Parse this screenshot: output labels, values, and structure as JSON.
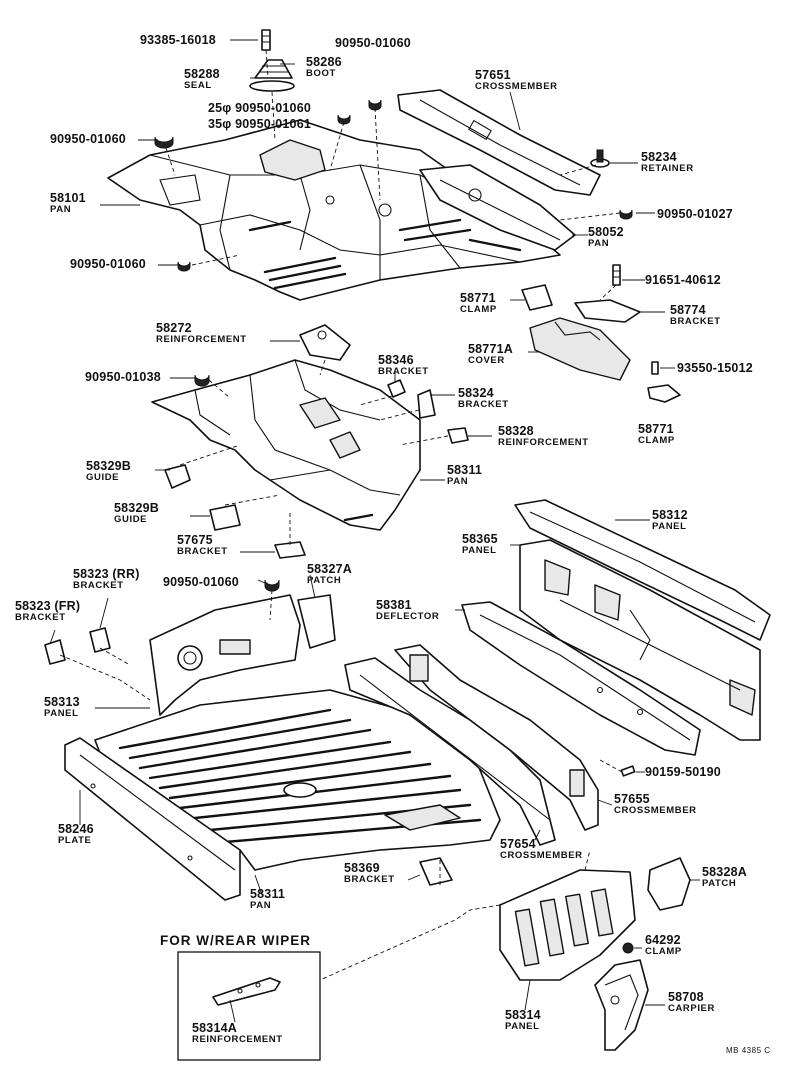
{
  "labels": [
    {
      "id": "93385-16018",
      "name": ""
    },
    {
      "id": "58286",
      "name": "BOOT"
    },
    {
      "id": "58288",
      "name": "SEAL"
    },
    {
      "id": "90950-01060",
      "name": ""
    },
    {
      "id": "25φ 90950-01060",
      "name": ""
    },
    {
      "id": "35φ 90950-01061",
      "name": ""
    },
    {
      "id": "90950-01060",
      "name": ""
    },
    {
      "id": "58101",
      "name": "PAN"
    },
    {
      "id": "90950-01060",
      "name": ""
    },
    {
      "id": "57651",
      "name": "CROSSMEMBER"
    },
    {
      "id": "58234",
      "name": "RETAINER"
    },
    {
      "id": "90950-01027",
      "name": ""
    },
    {
      "id": "58052",
      "name": "PAN"
    },
    {
      "id": "91651-40612",
      "name": ""
    },
    {
      "id": "58771",
      "name": "CLAMP"
    },
    {
      "id": "58774",
      "name": "BRACKET"
    },
    {
      "id": "58771A",
      "name": "COVER"
    },
    {
      "id": "93550-15012",
      "name": ""
    },
    {
      "id": "58771",
      "name": "CLAMP"
    },
    {
      "id": "58272",
      "name": "REINFORCEMENT"
    },
    {
      "id": "90950-01038",
      "name": ""
    },
    {
      "id": "58346",
      "name": "BRACKET"
    },
    {
      "id": "58324",
      "name": "BRACKET"
    },
    {
      "id": "58328",
      "name": "REINFORCEMENT"
    },
    {
      "id": "58329B",
      "name": "GUIDE"
    },
    {
      "id": "58311",
      "name": "PAN"
    },
    {
      "id": "58329B",
      "name": "GUIDE"
    },
    {
      "id": "57675",
      "name": "BRACKET"
    },
    {
      "id": "58312",
      "name": "PANEL"
    },
    {
      "id": "58365",
      "name": "PANEL"
    },
    {
      "id": "58323 (RR)",
      "name": "BRACKET"
    },
    {
      "id": "90950-01060",
      "name": ""
    },
    {
      "id": "58327A",
      "name": "PATCH"
    },
    {
      "id": "58323 (FR)",
      "name": "BRACKET"
    },
    {
      "id": "58381",
      "name": "DEFLECTOR"
    },
    {
      "id": "58313",
      "name": "PANEL"
    },
    {
      "id": "90159-50190",
      "name": ""
    },
    {
      "id": "58246",
      "name": "PLATE"
    },
    {
      "id": "57655",
      "name": "CROSSMEMBER"
    },
    {
      "id": "57654",
      "name": "CROSSMEMBER"
    },
    {
      "id": "58369",
      "name": "BRACKET"
    },
    {
      "id": "58311",
      "name": "PAN"
    },
    {
      "id": "58328A",
      "name": "PATCH"
    },
    {
      "id": "64292",
      "name": "CLAMP"
    },
    {
      "id": "58314",
      "name": "PANEL"
    },
    {
      "id": "58708",
      "name": "CARPIER"
    },
    {
      "id": "58314A",
      "name": "REINFORCEMENT"
    }
  ],
  "wiper_note": "FOR W/REAR WIPER",
  "drawing_code": "MB 4385 C"
}
